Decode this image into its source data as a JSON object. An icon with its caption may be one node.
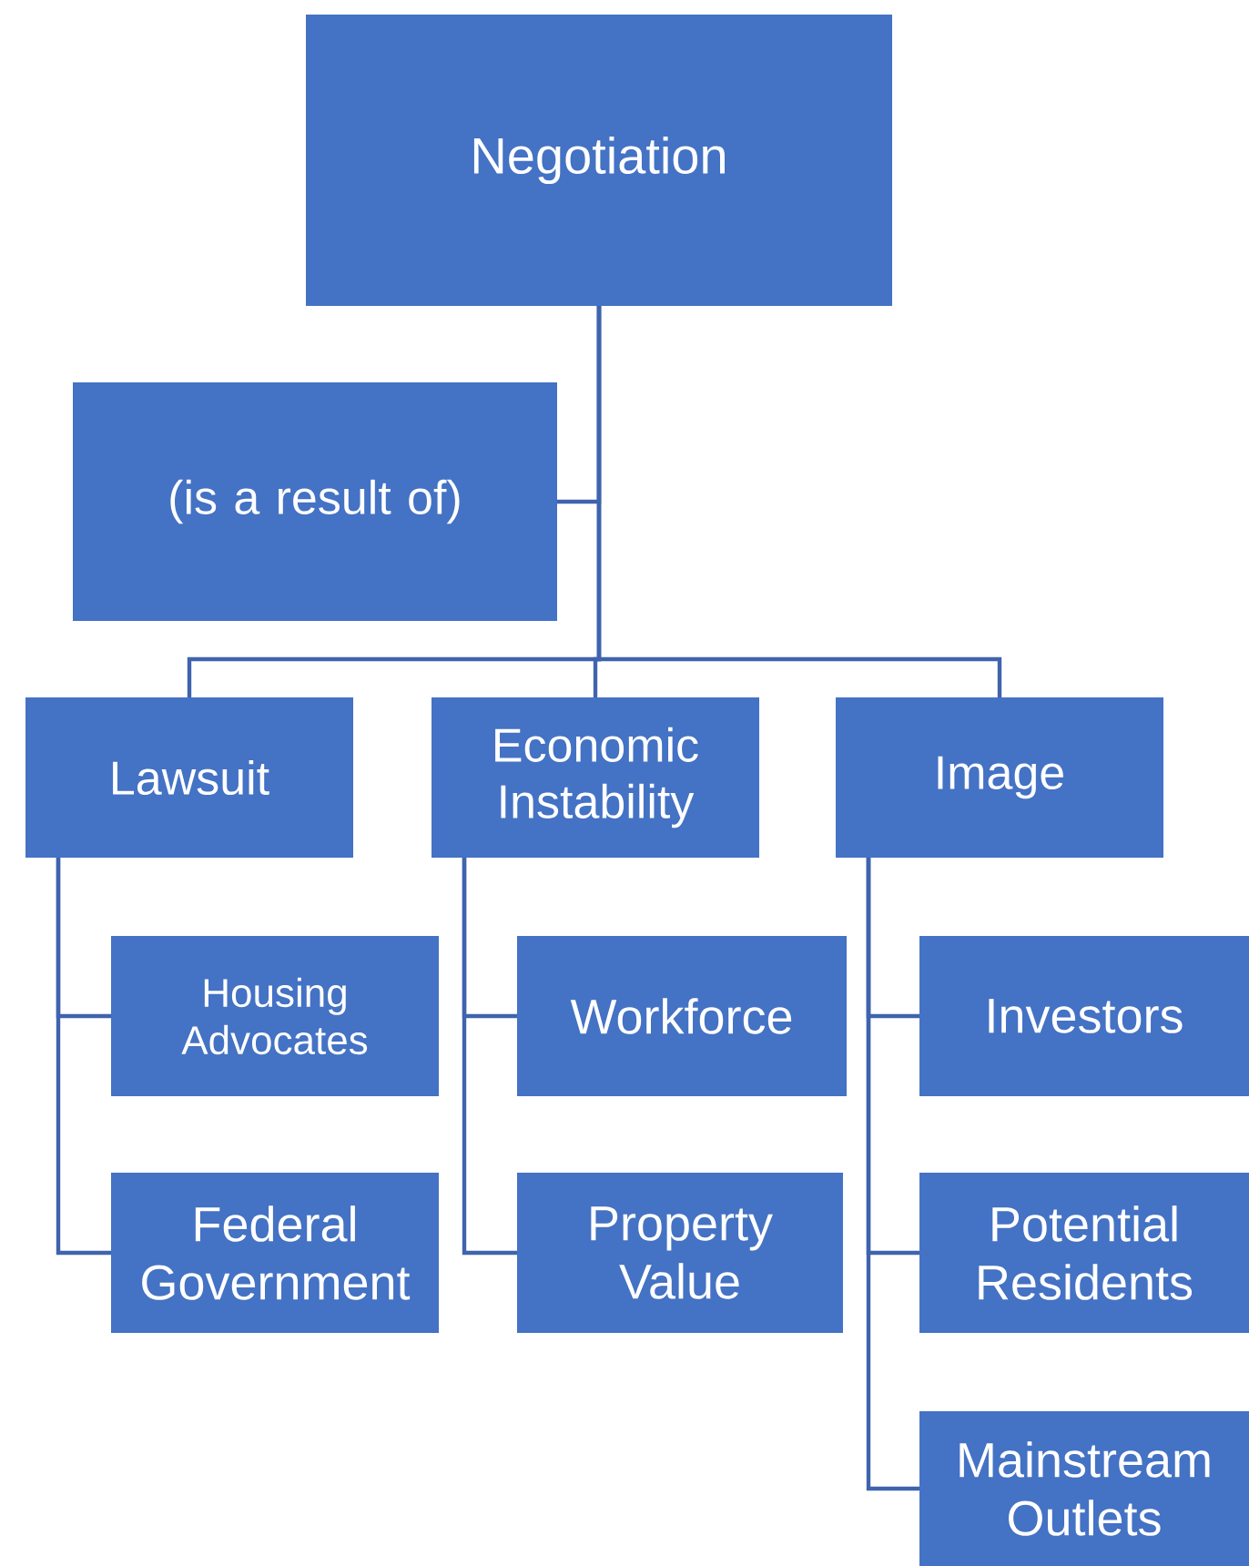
{
  "diagram": {
    "nodes": [
      {
        "text": [
          "Negotiation"
        ]
      },
      {
        "text": [
          "(is a result of)"
        ]
      },
      {
        "text": [
          "Lawsuit"
        ]
      },
      {
        "text": [
          "Economic Instability"
        ]
      },
      {
        "text": [
          "Image"
        ]
      },
      {
        "text": [
          "Housing Advocates"
        ]
      },
      {
        "text": [
          "Federal Government"
        ]
      },
      {
        "text": [
          "Workforce"
        ]
      },
      {
        "text": [
          "Property Value"
        ]
      },
      {
        "text": [
          "Investors"
        ]
      },
      {
        "text": [
          "Potential Residents"
        ]
      },
      {
        "text": [
          "Mainstream Outlets"
        ]
      }
    ],
    "edges": [
      {
        "from": 0,
        "to": 1,
        "arrow": "none"
      },
      {
        "from": 0,
        "to": 2,
        "arrow": "none"
      },
      {
        "from": 0,
        "to": 3,
        "arrow": "none"
      },
      {
        "from": 0,
        "to": 4,
        "arrow": "none"
      },
      {
        "from": 2,
        "to": 5,
        "arrow": "none"
      },
      {
        "from": 2,
        "to": 6,
        "arrow": "none"
      },
      {
        "from": 3,
        "to": 7,
        "arrow": "none"
      },
      {
        "from": 3,
        "to": 8,
        "arrow": "none"
      },
      {
        "from": 4,
        "to": 9,
        "arrow": "none"
      },
      {
        "from": 4,
        "to": 10,
        "arrow": "none"
      },
      {
        "from": 4,
        "to": 11,
        "arrow": "none"
      }
    ]
  }
}
